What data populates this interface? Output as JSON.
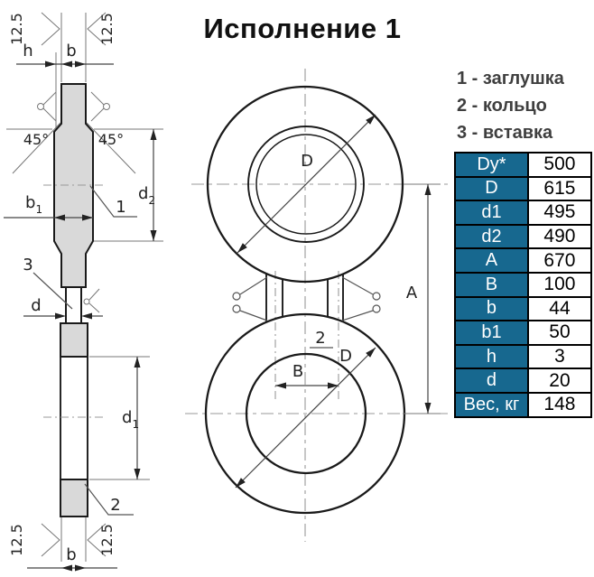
{
  "title": "Исполнение 1",
  "legend": {
    "items": [
      "1 - заглушка",
      "2 - кольцо",
      "3 - вставка"
    ]
  },
  "table": {
    "rows": [
      {
        "param": "Dy*",
        "value": "500"
      },
      {
        "param": "D",
        "value": "615"
      },
      {
        "param": "d1",
        "value": "495"
      },
      {
        "param": "d2",
        "value": "490"
      },
      {
        "param": "A",
        "value": "670"
      },
      {
        "param": "B",
        "value": "100"
      },
      {
        "param": "b",
        "value": "44"
      },
      {
        "param": "b1",
        "value": "50"
      },
      {
        "param": "h",
        "value": "3"
      },
      {
        "param": "d",
        "value": "20"
      },
      {
        "param": "Вес, кг",
        "value": "148"
      }
    ]
  },
  "drawing": {
    "side": {
      "rough_tl": "12.5",
      "rough_tr": "12.5",
      "rough_bl": "12.5",
      "rough_br": "12.5",
      "h": "h",
      "b_top": "b",
      "b_bottom": "b",
      "angle_left": "45°",
      "angle_right": "45°",
      "b1_main": "b",
      "b1_sub": "1",
      "d2_main": "d",
      "d2_sub": "2",
      "d1_main": "d",
      "d1_sub": "1",
      "d": "d",
      "part1": "1",
      "part2": "2",
      "part3": "3"
    },
    "front": {
      "d_top": "D",
      "d_bottom": "D",
      "a": "A",
      "b": "B",
      "part2": "2"
    },
    "colors": {
      "accent": "#17688f",
      "fill": "#d9d9d9",
      "line": "#1a1a1a",
      "thin": "#777777",
      "center": "#999999",
      "legend": "#3f3f3f"
    }
  }
}
